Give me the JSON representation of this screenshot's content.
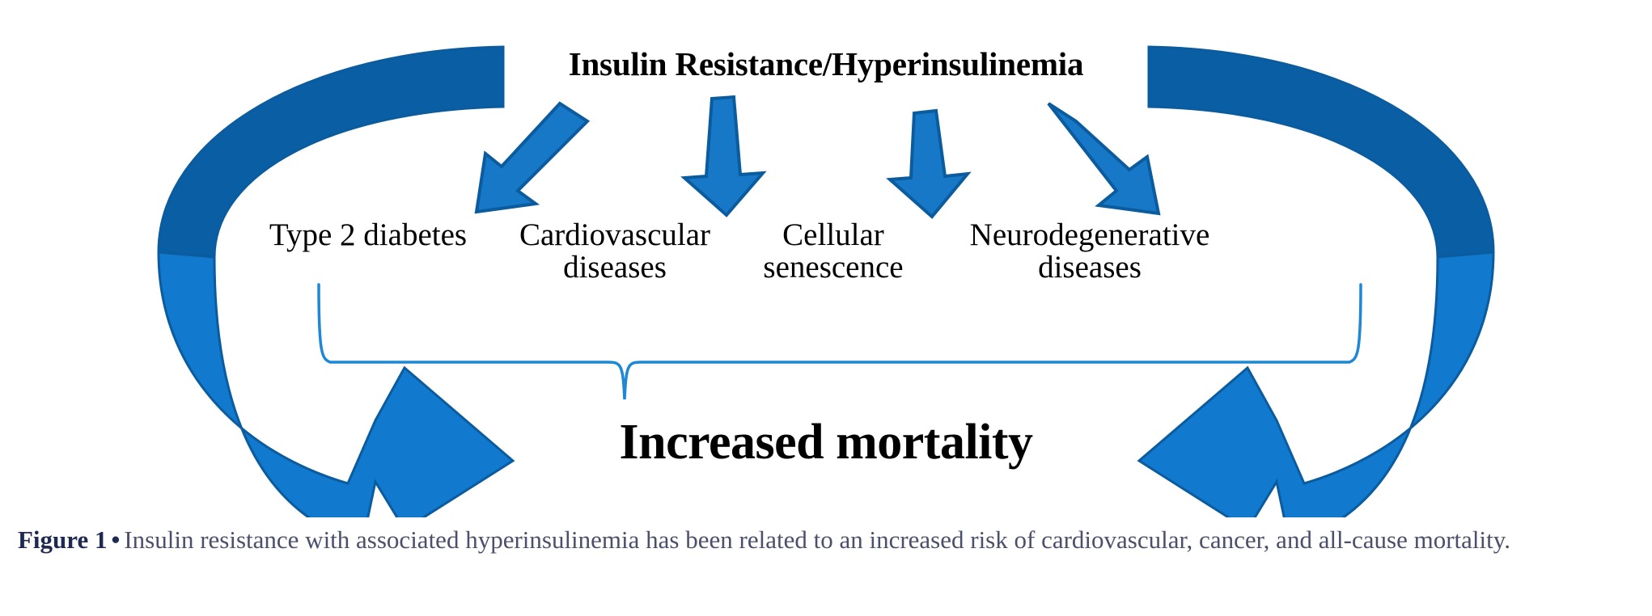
{
  "figure": {
    "title": "Insulin Resistance/Hyperinsulinemia",
    "nodes": [
      {
        "label": "Type 2 diabetes"
      },
      {
        "label": "Cardiovascular\ndiseases"
      },
      {
        "label": "Cellular\nsenescence"
      },
      {
        "label": "Neurodegenerative\ndiseases"
      }
    ],
    "outcome": "Increased mortality",
    "arrow_count": 4,
    "brace": "curly-brace-connector"
  },
  "caption": {
    "label": "Figure 1",
    "bullet": "•",
    "text": "Insulin resistance with associated hyperinsulinemia has been related to an increased risk of cardiovascular, cancer, and all-cause mortality."
  },
  "colors": {
    "ribbon_top": "#0A5EA4",
    "ribbon_bottom": "#1179CE",
    "ribbon_outline": "#0B5C9E",
    "arrow_fill": "#1878C8",
    "arrow_outline": "#0B5C9E",
    "brace_stroke": "#1E87D6",
    "text": "#000000",
    "caption_label": "#1F2A52",
    "caption_body": "#4B4F6B",
    "background": "#FFFFFF"
  }
}
